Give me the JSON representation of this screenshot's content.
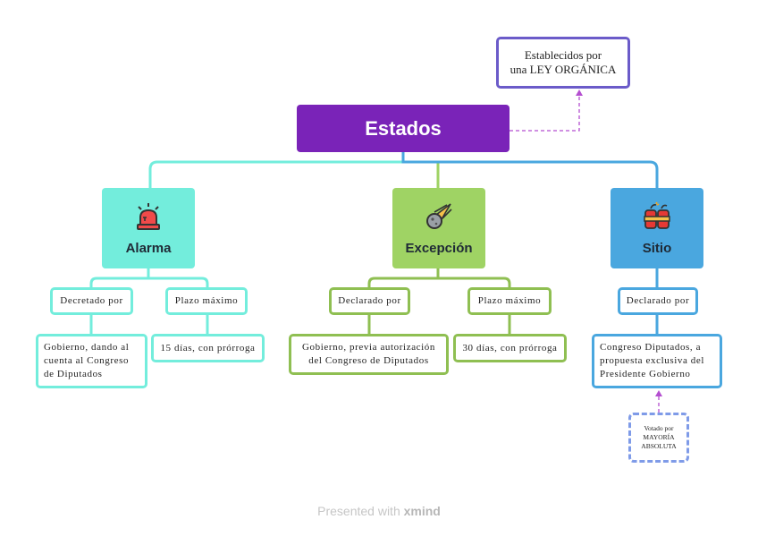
{
  "root": {
    "label": "Estados"
  },
  "note_ley": {
    "line1": "Establecidos por",
    "line2": "una LEY ORGÁNICA"
  },
  "branches": {
    "alarma": {
      "label": "Alarma",
      "icon": "siren-icon",
      "decretado_label": "Decretado por",
      "decretado_value": [
        "Gobierno, dando al",
        "cuenta al Congreso",
        "de Diputados"
      ],
      "plazo_label": "Plazo máximo",
      "plazo_value": "15 días, con prórroga"
    },
    "excepcion": {
      "label": "Excepción",
      "icon": "meteor-icon",
      "declarado_label": "Declarado por",
      "declarado_value": [
        "Gobierno, previa autorización",
        "del Congreso de Diputados"
      ],
      "plazo_label": "Plazo máximo",
      "plazo_value": "30 días, con prórroga"
    },
    "sitio": {
      "label": "Sitio",
      "icon": "dynamite-icon",
      "declarado_label": "Declarado por",
      "declarado_value": [
        "Congreso Diputados, a",
        "propuesta exclusiva del",
        "Presidente Gobierno"
      ],
      "votado": [
        "Votado por",
        "MAYORÍA",
        "ABSOLUTA"
      ]
    }
  },
  "footer": {
    "prefix": "Presented with",
    "brand": "xmind"
  },
  "colors": {
    "root": "#7a23b8",
    "alarma": "#73eddc",
    "excepcion": "#9fd364",
    "sitio": "#4aa7df",
    "note": "#6b5bc9",
    "votado": "#7f9be8"
  }
}
